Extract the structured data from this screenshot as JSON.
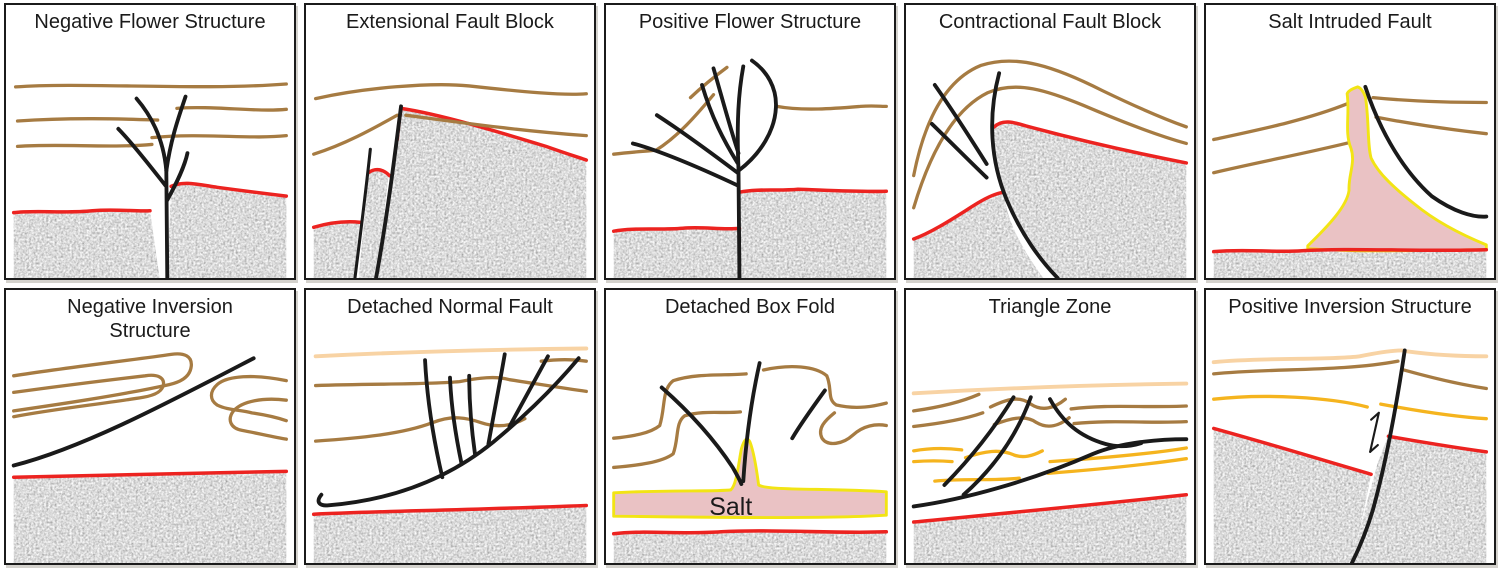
{
  "figure_title": "",
  "panels": [
    {
      "id": "negative-flower-structure",
      "title": "Negative Flower Structure"
    },
    {
      "id": "extensional-fault-block",
      "title": "Extensional Fault Block"
    },
    {
      "id": "positive-flower-structure",
      "title": "Positive Flower Structure"
    },
    {
      "id": "contractional-fault-block",
      "title": "Contractional Fault Block"
    },
    {
      "id": "salt-intruded-fault",
      "title": "Salt Intruded Fault"
    },
    {
      "id": "negative-inversion-structure",
      "title": "Negative Inversion Structure"
    },
    {
      "id": "detached-normal-fault",
      "title": "Detached Normal Fault"
    },
    {
      "id": "detached-box-fold",
      "title": "Detached Box Fold",
      "label": "Salt"
    },
    {
      "id": "triangle-zone",
      "title": "Triangle Zone"
    },
    {
      "id": "positive-inversion-structure",
      "title": "Positive Inversion Structure"
    }
  ],
  "colors": {
    "fault_black": "#1a1a1a",
    "strata_brown": "#a67b42",
    "strata_tan": "#f8d3a4",
    "strata_amber": "#f5b41e",
    "unconformity_red": "#ec2320",
    "salt_fill": "#eac2c4",
    "salt_outline": "#f2e414",
    "basement_gray": "#c9c9c9"
  }
}
